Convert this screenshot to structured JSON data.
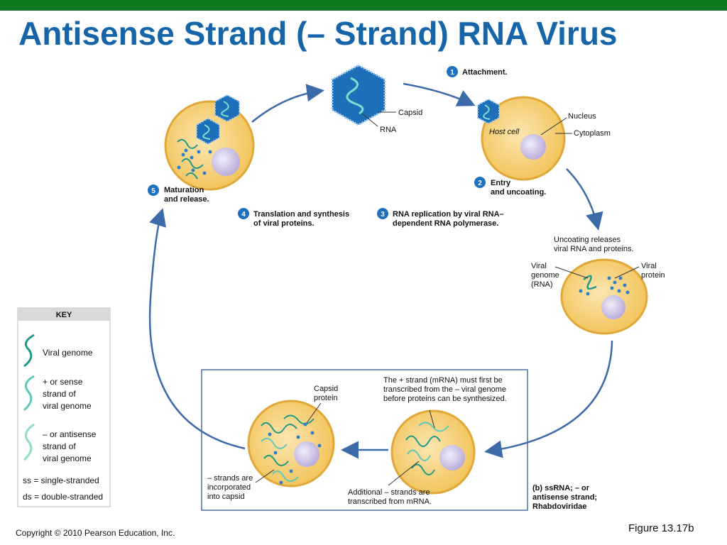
{
  "title": "Antisense Strand (– Strand) RNA Virus",
  "steps": [
    {
      "num": "1",
      "lines": [
        "Attachment."
      ]
    },
    {
      "num": "2",
      "lines": [
        "Entry",
        "and uncoating."
      ]
    },
    {
      "num": "3",
      "lines": [
        "RNA replication by viral RNA–",
        "dependent RNA polymerase."
      ]
    },
    {
      "num": "4",
      "lines": [
        "Translation and synthesis",
        "of viral proteins."
      ]
    },
    {
      "num": "5",
      "lines": [
        "Maturation",
        "and release."
      ]
    }
  ],
  "labels": {
    "capsid": "Capsid",
    "rna": "RNA",
    "nucleus": "Nucleus",
    "cytoplasm": "Cytoplasm",
    "host_cell": "Host cell",
    "uncoating": [
      "Uncoating releases",
      "viral RNA and proteins."
    ],
    "viral_genome": [
      "Viral",
      "genome",
      "(RNA)"
    ],
    "viral_protein": [
      "Viral",
      "protein"
    ],
    "plus_strand_note": [
      "The + strand (mRNA) must first be",
      "transcribed from the – viral genome",
      "before proteins can be synthesized."
    ],
    "capsid_protein": [
      "Capsid",
      "protein"
    ],
    "strands_incorporated": [
      "– strands are",
      "incorporated",
      "into capsid"
    ],
    "additional_strands": [
      "Additional – strands are",
      "transcribed from mRNA."
    ],
    "panel_caption": [
      "(b) ssRNA; – or",
      "antisense strand;",
      "Rhabdoviridae"
    ]
  },
  "key": {
    "heading": "KEY",
    "items": [
      {
        "lines": [
          "Viral genome"
        ]
      },
      {
        "lines": [
          "+ or sense",
          "strand of",
          "viral genome"
        ]
      },
      {
        "lines": [
          "– or antisense",
          "strand of",
          "viral genome"
        ]
      }
    ],
    "abbrev": [
      "ss = single-stranded",
      "ds = double-stranded"
    ]
  },
  "copyright": "Copyright © 2010 Pearson Education, Inc.",
  "figure": "Figure 13.17b",
  "colors": {
    "topbar": "#0d7a1f",
    "title": "#1565a8",
    "cell_fill": "#f6cc6a",
    "nucleus": "#d8d0ec",
    "capsid": "#1c6fb8",
    "genome": "#1f9a88",
    "step_badge": "#1f70c0",
    "arrow": "#3d6aa8"
  }
}
